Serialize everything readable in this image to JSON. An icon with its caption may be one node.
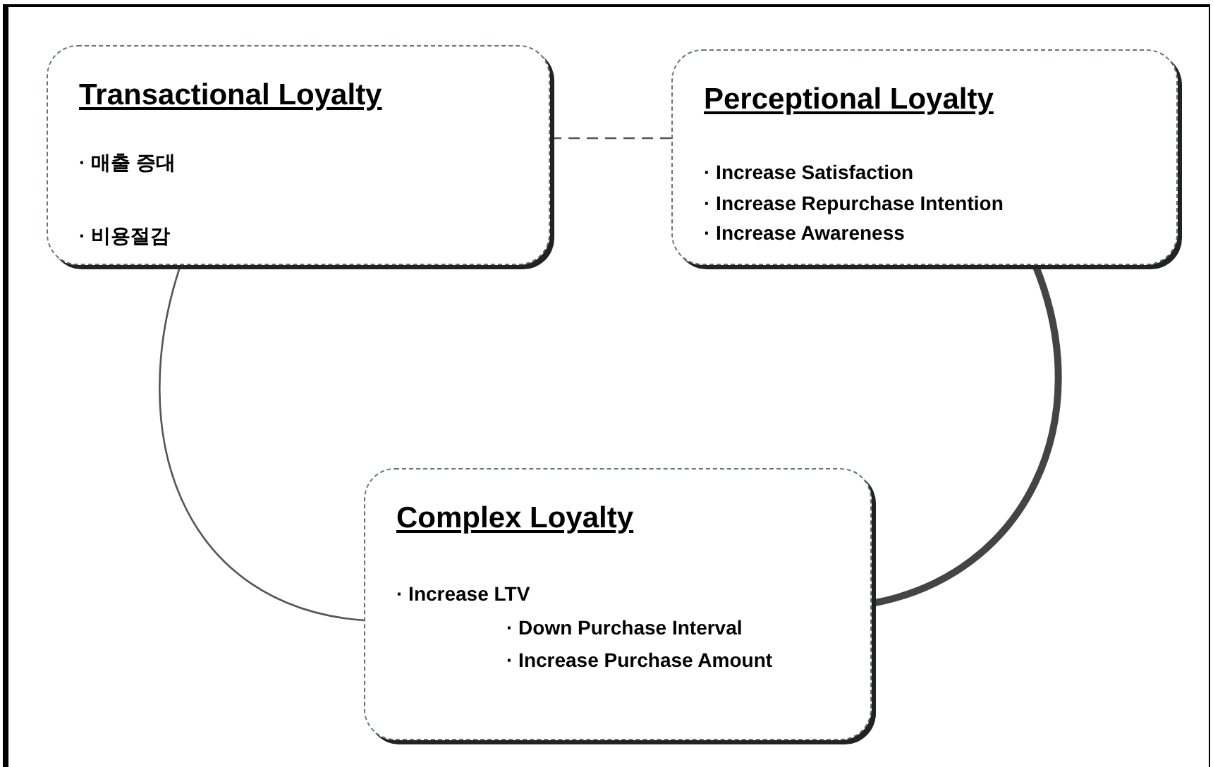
{
  "diagram": {
    "nodes": [
      {
        "text": [
          "Transactional Loyalty",
          "· 매출 증대",
          "· 비용절감"
        ]
      },
      {
        "text": [
          "Perceptional Loyalty",
          "· Increase Satisfaction",
          "· Increase Repurchase Intention",
          "· Increase Awareness"
        ]
      },
      {
        "text": [
          "Complex Loyalty",
          "· Increase LTV",
          "· Down Purchase Interval",
          "· Increase Purchase Amount"
        ]
      }
    ],
    "edges": [
      {
        "from": 0,
        "to": 1,
        "arrow": "none",
        "style": "dashed"
      },
      {
        "from": 0,
        "to": 2,
        "arrow": "none"
      },
      {
        "from": 1,
        "to": 2,
        "arrow": "none",
        "style": "thick",
        "color": "#444444"
      }
    ]
  }
}
